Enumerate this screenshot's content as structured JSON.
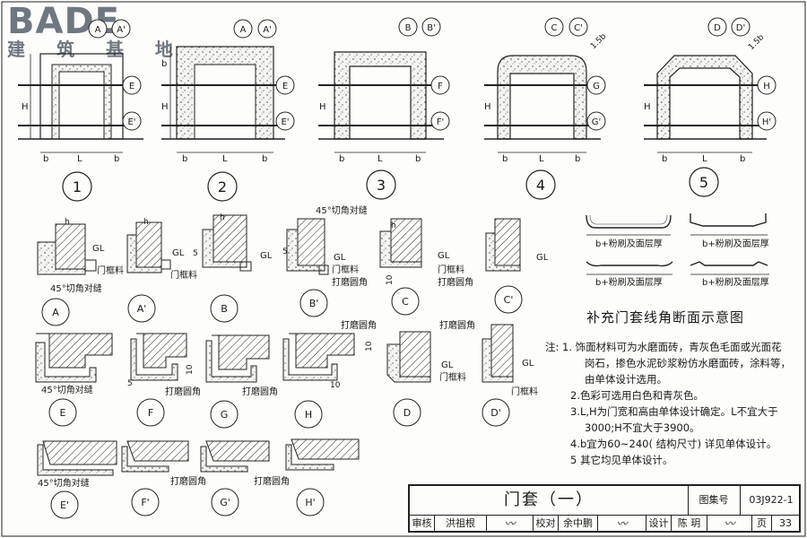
{
  "watermark": {
    "brand": "BADE",
    "subtitle": "建 筑 基 地"
  },
  "details": {
    "d1": {
      "num": "1",
      "tags": [
        "A",
        "A'",
        "E",
        "E'"
      ]
    },
    "d2": {
      "num": "2",
      "tags": [
        "A",
        "A'",
        "E",
        "E'"
      ]
    },
    "d3": {
      "num": "3",
      "tags": [
        "B",
        "B'",
        "F",
        "F'"
      ]
    },
    "d4": {
      "num": "4",
      "tags": [
        "C",
        "C'",
        "G",
        "G'"
      ],
      "dim": "1.5b"
    },
    "d5": {
      "num": "5",
      "tags": [
        "D",
        "D'",
        "H",
        "H'"
      ],
      "dim": "1.5b"
    }
  },
  "dims": {
    "b": "b",
    "L": "L",
    "H": "H",
    "h": "h",
    "five": "5",
    "ten": "10"
  },
  "sections": {
    "row1": [
      "A",
      "A'",
      "B",
      "B'",
      "C",
      "C'"
    ],
    "row2": [
      "E",
      "F",
      "G",
      "H",
      "D",
      "D'"
    ],
    "row3": [
      "E'",
      "F'",
      "G'",
      "H'"
    ]
  },
  "labels": {
    "gl": "GL",
    "frame": "门框料",
    "cut45": "45°切角对缝",
    "grind": "打磨圆角"
  },
  "supplement": {
    "title": "补充门套线角断面示意图",
    "caption": "b+粉刷及面层厚"
  },
  "notes": [
    "注: 1. 饰面材料可为水磨面砖，青灰色毛面或光面花",
    "岗石，掺色水泥砂浆粉仿水磨面砖，涂料等，",
    "由单体设计选用。",
    "2.色彩可选用白色和青灰色。",
    "3.L,H为门宽和高由单体设计确定。L不宜大于",
    "3000;H不宜大于3900。",
    "4.b宜为60~240( 结构尺寸) 详见单体设计。",
    "5 其它均见单体设计。"
  ],
  "title_block": {
    "title": "门套（一）",
    "atlas_label": "图集号",
    "atlas_no": "03J922-1",
    "review": "审核",
    "reviewer": "洪祖根",
    "check": "校对",
    "checker": "余中鹏",
    "design": "设计",
    "designer": "陈 玥",
    "page_label": "页",
    "page": "33"
  }
}
